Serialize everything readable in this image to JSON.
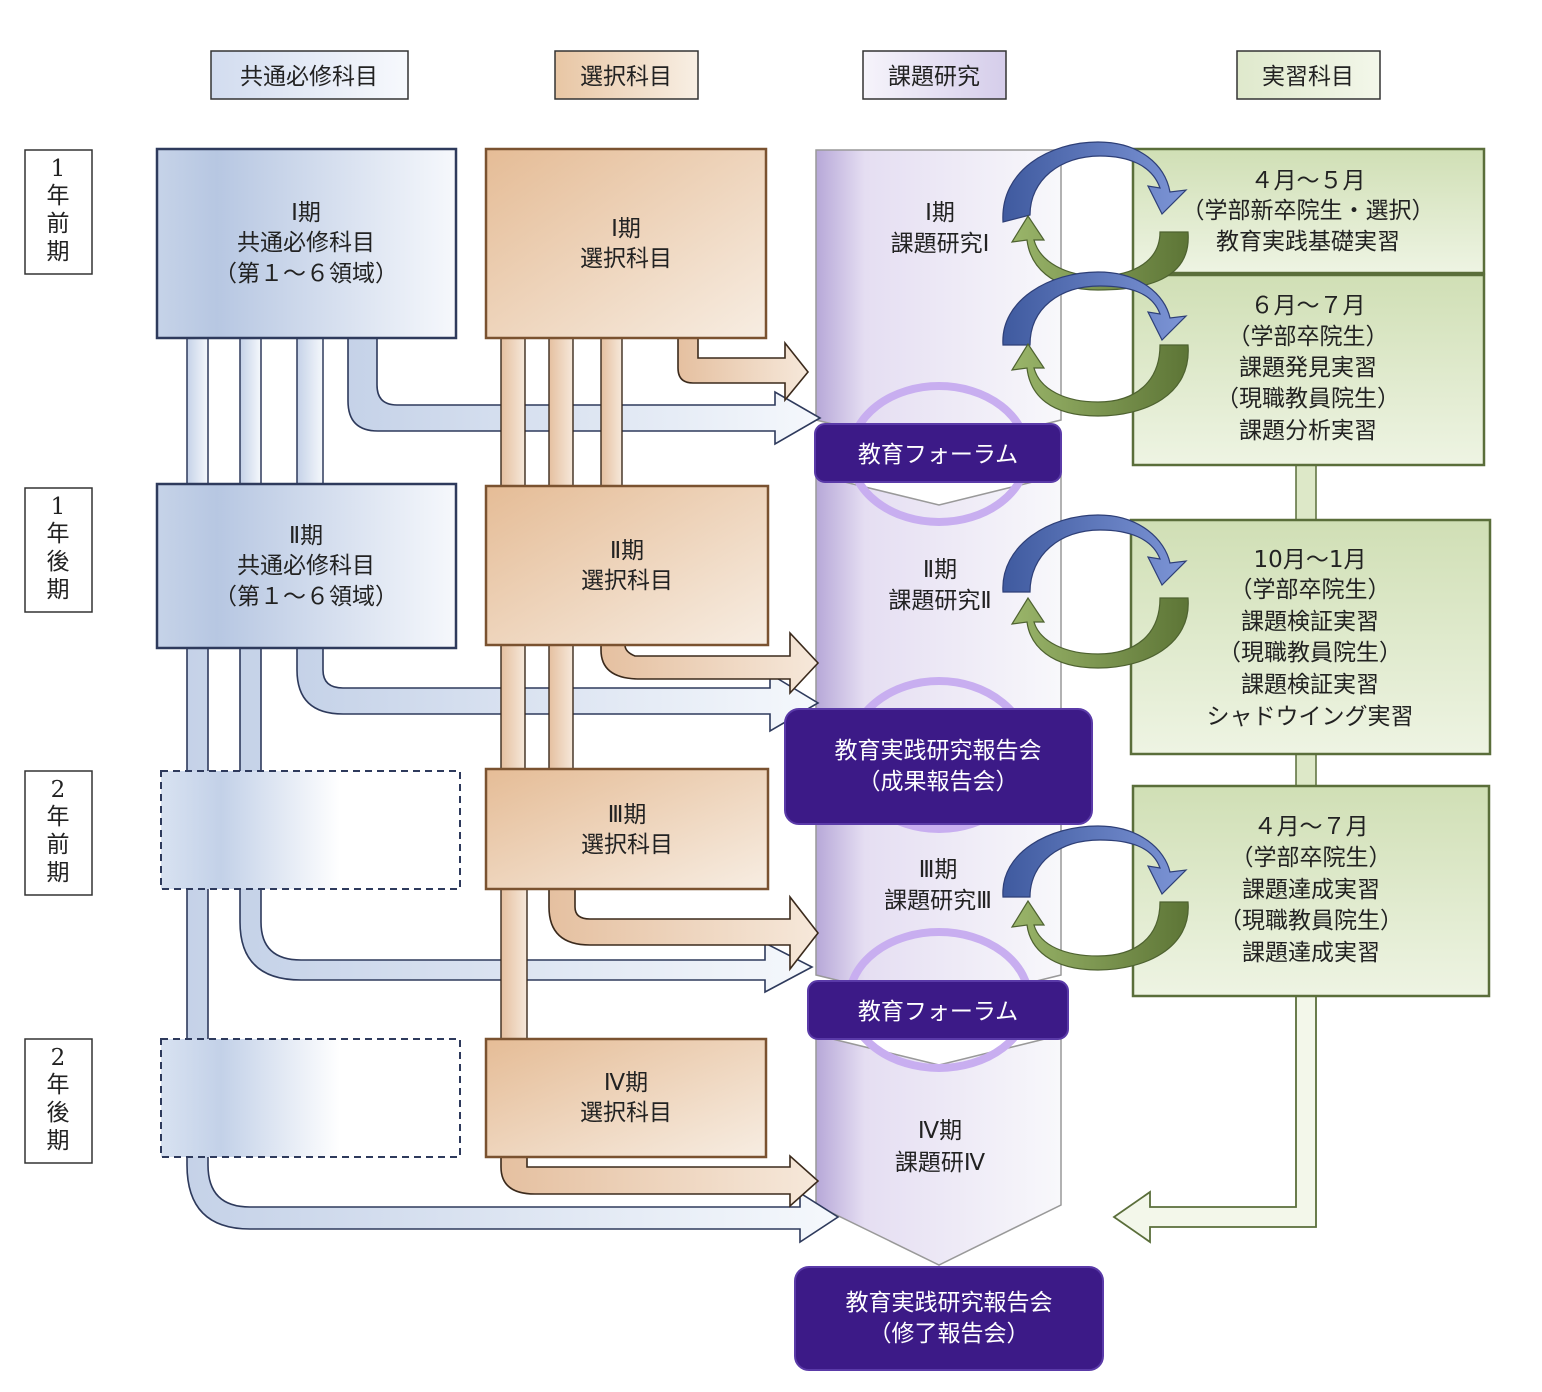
{
  "headers": {
    "common": "共通必修科目",
    "elective": "選択科目",
    "research": "課題研究",
    "practicum": "実習科目"
  },
  "terms": [
    {
      "year": "1",
      "chars": [
        "年",
        "前",
        "期"
      ]
    },
    {
      "year": "1",
      "chars": [
        "年",
        "後",
        "期"
      ]
    },
    {
      "year": "2",
      "chars": [
        "年",
        "前",
        "期"
      ]
    },
    {
      "year": "2",
      "chars": [
        "年",
        "後",
        "期"
      ]
    }
  ],
  "common_boxes": [
    {
      "lines": [
        "Ⅰ期",
        "共通必修科目",
        "（第１～６領域）"
      ]
    },
    {
      "lines": [
        "Ⅱ期",
        "共通必修科目",
        "（第１～６領域）"
      ]
    }
  ],
  "elective_boxes": [
    {
      "lines": [
        "Ⅰ期",
        "選択科目"
      ]
    },
    {
      "lines": [
        "Ⅱ期",
        "選択科目"
      ]
    },
    {
      "lines": [
        "Ⅲ期",
        "選択科目"
      ]
    },
    {
      "lines": [
        "Ⅳ期",
        "選択科目"
      ]
    }
  ],
  "research_labels": [
    {
      "lines": [
        "Ⅰ期",
        "課題研究Ⅰ"
      ]
    },
    {
      "lines": [
        "Ⅱ期",
        "課題研究Ⅱ"
      ]
    },
    {
      "lines": [
        "Ⅲ期",
        "課題研究Ⅲ"
      ]
    },
    {
      "lines": [
        "Ⅳ期",
        "課題研Ⅳ"
      ]
    }
  ],
  "events": [
    {
      "lines": [
        "教育フォーラム"
      ]
    },
    {
      "lines": [
        "教育実践研究報告会",
        "（成果報告会）"
      ]
    },
    {
      "lines": [
        "教育フォーラム"
      ]
    },
    {
      "lines": [
        "教育実践研究報告会",
        "（修了報告会）"
      ]
    }
  ],
  "practicum_boxes": [
    {
      "lines": [
        "４月～５月",
        "（学部新卒院生・選択）",
        "教育実践基礎実習"
      ]
    },
    {
      "lines": [
        "６月～７月",
        "（学部卒院生）",
        "課題発見実習",
        "（現職教員院生）",
        "課題分析実習"
      ]
    },
    {
      "lines": [
        "10月～1月",
        "（学部卒院生）",
        "課題検証実習",
        "（現職教員院生）",
        "課題検証実習",
        "シャドウイング実習"
      ]
    },
    {
      "lines": [
        "４月～７月",
        "（学部卒院生）",
        "課題達成実習",
        "（現職教員院生）",
        "課題達成実習"
      ]
    }
  ],
  "colors": {
    "common": "#c9d6ea",
    "elective": "#e9c8a6",
    "practicum": "#dde8c8",
    "event": "#3c1a87",
    "cycle_blue": "#5570b8",
    "cycle_green": "#7f9a52",
    "ring": "#c8aef0"
  }
}
